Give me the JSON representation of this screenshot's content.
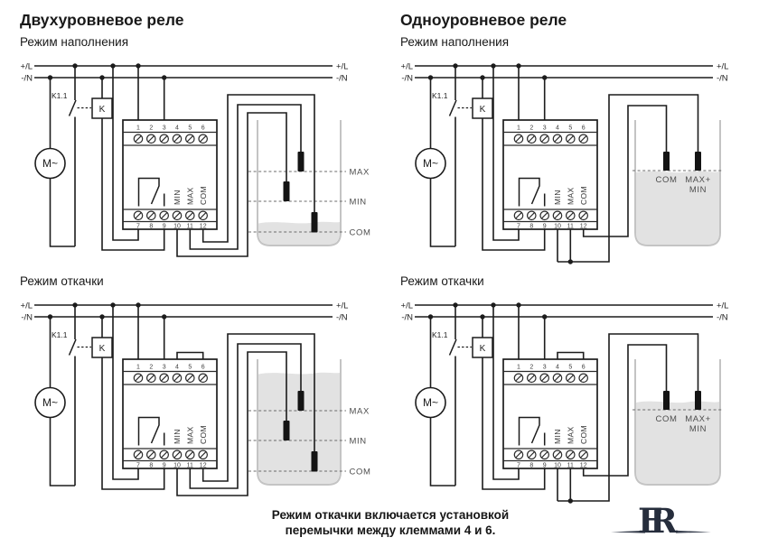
{
  "sections": {
    "top_left": {
      "title": "Двухуровневое реле",
      "subtitle": "Режим наполнения"
    },
    "top_right": {
      "title": "Одноуровневое реле",
      "subtitle": "Режим наполнения"
    },
    "bottom_left": {
      "subtitle": "Режим откачки"
    },
    "bottom_right": {
      "subtitle": "Режим откачки"
    }
  },
  "labels": {
    "rail_top": "+/L",
    "rail_bottom": "-/N",
    "contact": "K1.1",
    "coil": "K",
    "motor": "M~",
    "terminals_top": [
      "1",
      "2",
      "3",
      "4",
      "5",
      "6"
    ],
    "terminals_bottom": [
      "7",
      "8",
      "9",
      "10",
      "11",
      "12"
    ],
    "probe_terminals": [
      "MIN",
      "MAX",
      "COM"
    ],
    "level_marks": [
      "MAX",
      "MIN",
      "COM"
    ],
    "single_level_marks": [
      "COM",
      "MAX+",
      "MIN"
    ]
  },
  "note": {
    "line1": "Режим откачки включается установкой",
    "line2": "перемычки между клеммами 4 и 6."
  },
  "logo": {
    "letter1": "F",
    "letter2": "R"
  },
  "colors": {
    "wire": "#1c1c1c",
    "tank_wall": "#c4c4c4",
    "water": "#e2e2e2",
    "dash_line": "#6b6b6b",
    "electrode": "#141414",
    "logo": "#262d3c"
  }
}
